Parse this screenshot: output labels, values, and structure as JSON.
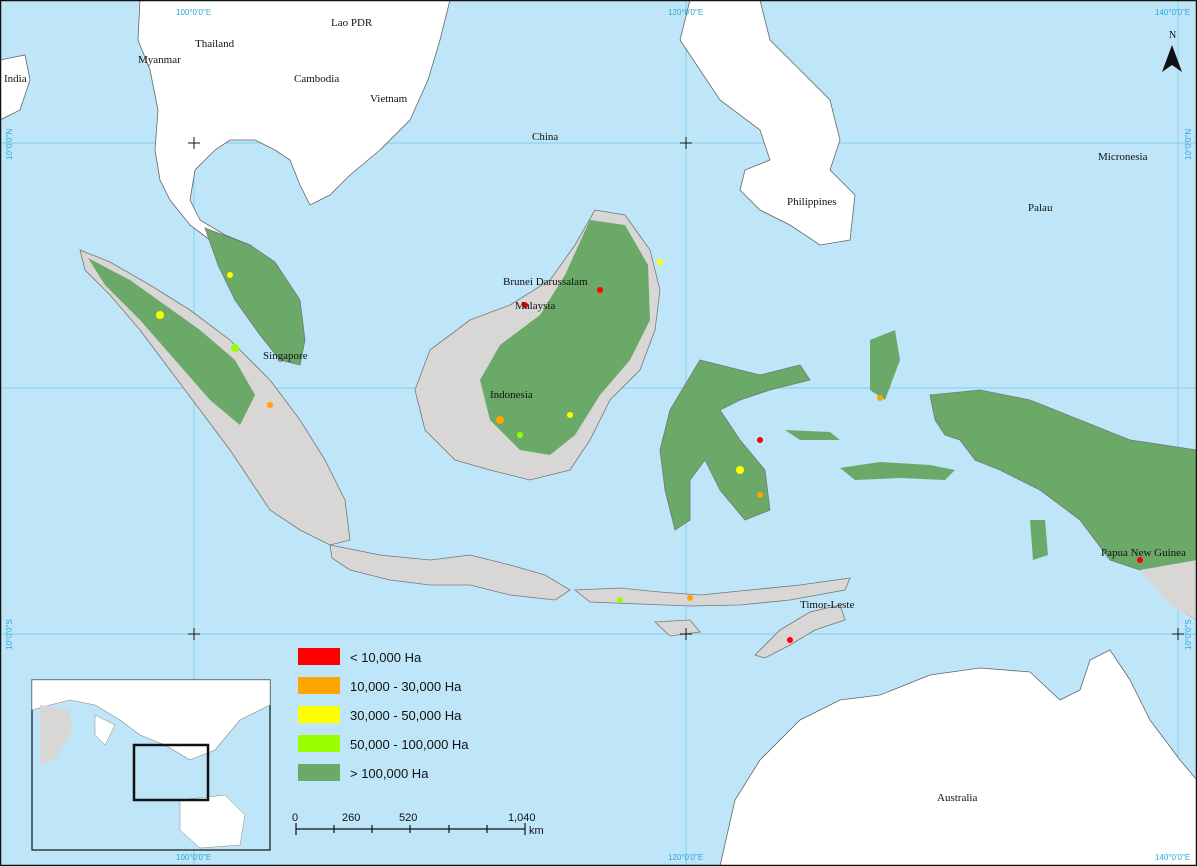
{
  "colors": {
    "sea": "#bfe6f8",
    "land": "#ffffff",
    "landGrey": "#d9d6d6",
    "forest": "#6aa968",
    "graticule": "#7fd0ea",
    "border": "#111111"
  },
  "countries": {
    "lao": "Lao PDR",
    "thailand": "Thailand",
    "myanmar": "Myanmar",
    "india": "India",
    "cambodia": "Cambodia",
    "vietnam": "Vietnam",
    "china": "China",
    "micronesia": "Micronesia",
    "philippines": "Philippines",
    "palau": "Palau",
    "brunei": "Brunei Darussalam",
    "malaysia": "Malaysia",
    "singapore": "Singapore",
    "indonesia": "Indonesia",
    "png": "Papua New Guinea",
    "timor": "Timor-Leste",
    "australia": "Australia"
  },
  "coords": {
    "top100": "100°0'0\"E",
    "top120": "120°0'0\"E",
    "top140": "140°0'0\"E",
    "bottom100": "100°0'0\"E",
    "bottom120": "120°0'0\"E",
    "bottom140": "140°0'0\"E",
    "left10N": "10°0'0\"N",
    "left10S": "10°0'0\"S",
    "right10N": "10°0'0\"N",
    "right10S": "10°0'0\"S"
  },
  "north": "N",
  "legend": [
    {
      "label": "< 10,000 Ha",
      "color": "#ff0000"
    },
    {
      "label": "10,000 - 30,000 Ha",
      "color": "#ffa500"
    },
    {
      "label": "30,000 - 50,000 Ha",
      "color": "#ffff00"
    },
    {
      "label": "50,000 - 100,000 Ha",
      "color": "#99ff00"
    },
    {
      "label": "> 100,000 Ha",
      "color": "#6aa968"
    }
  ],
  "scale": {
    "ticks": [
      "0",
      "260",
      "520",
      "1,040"
    ],
    "unit": "km"
  }
}
